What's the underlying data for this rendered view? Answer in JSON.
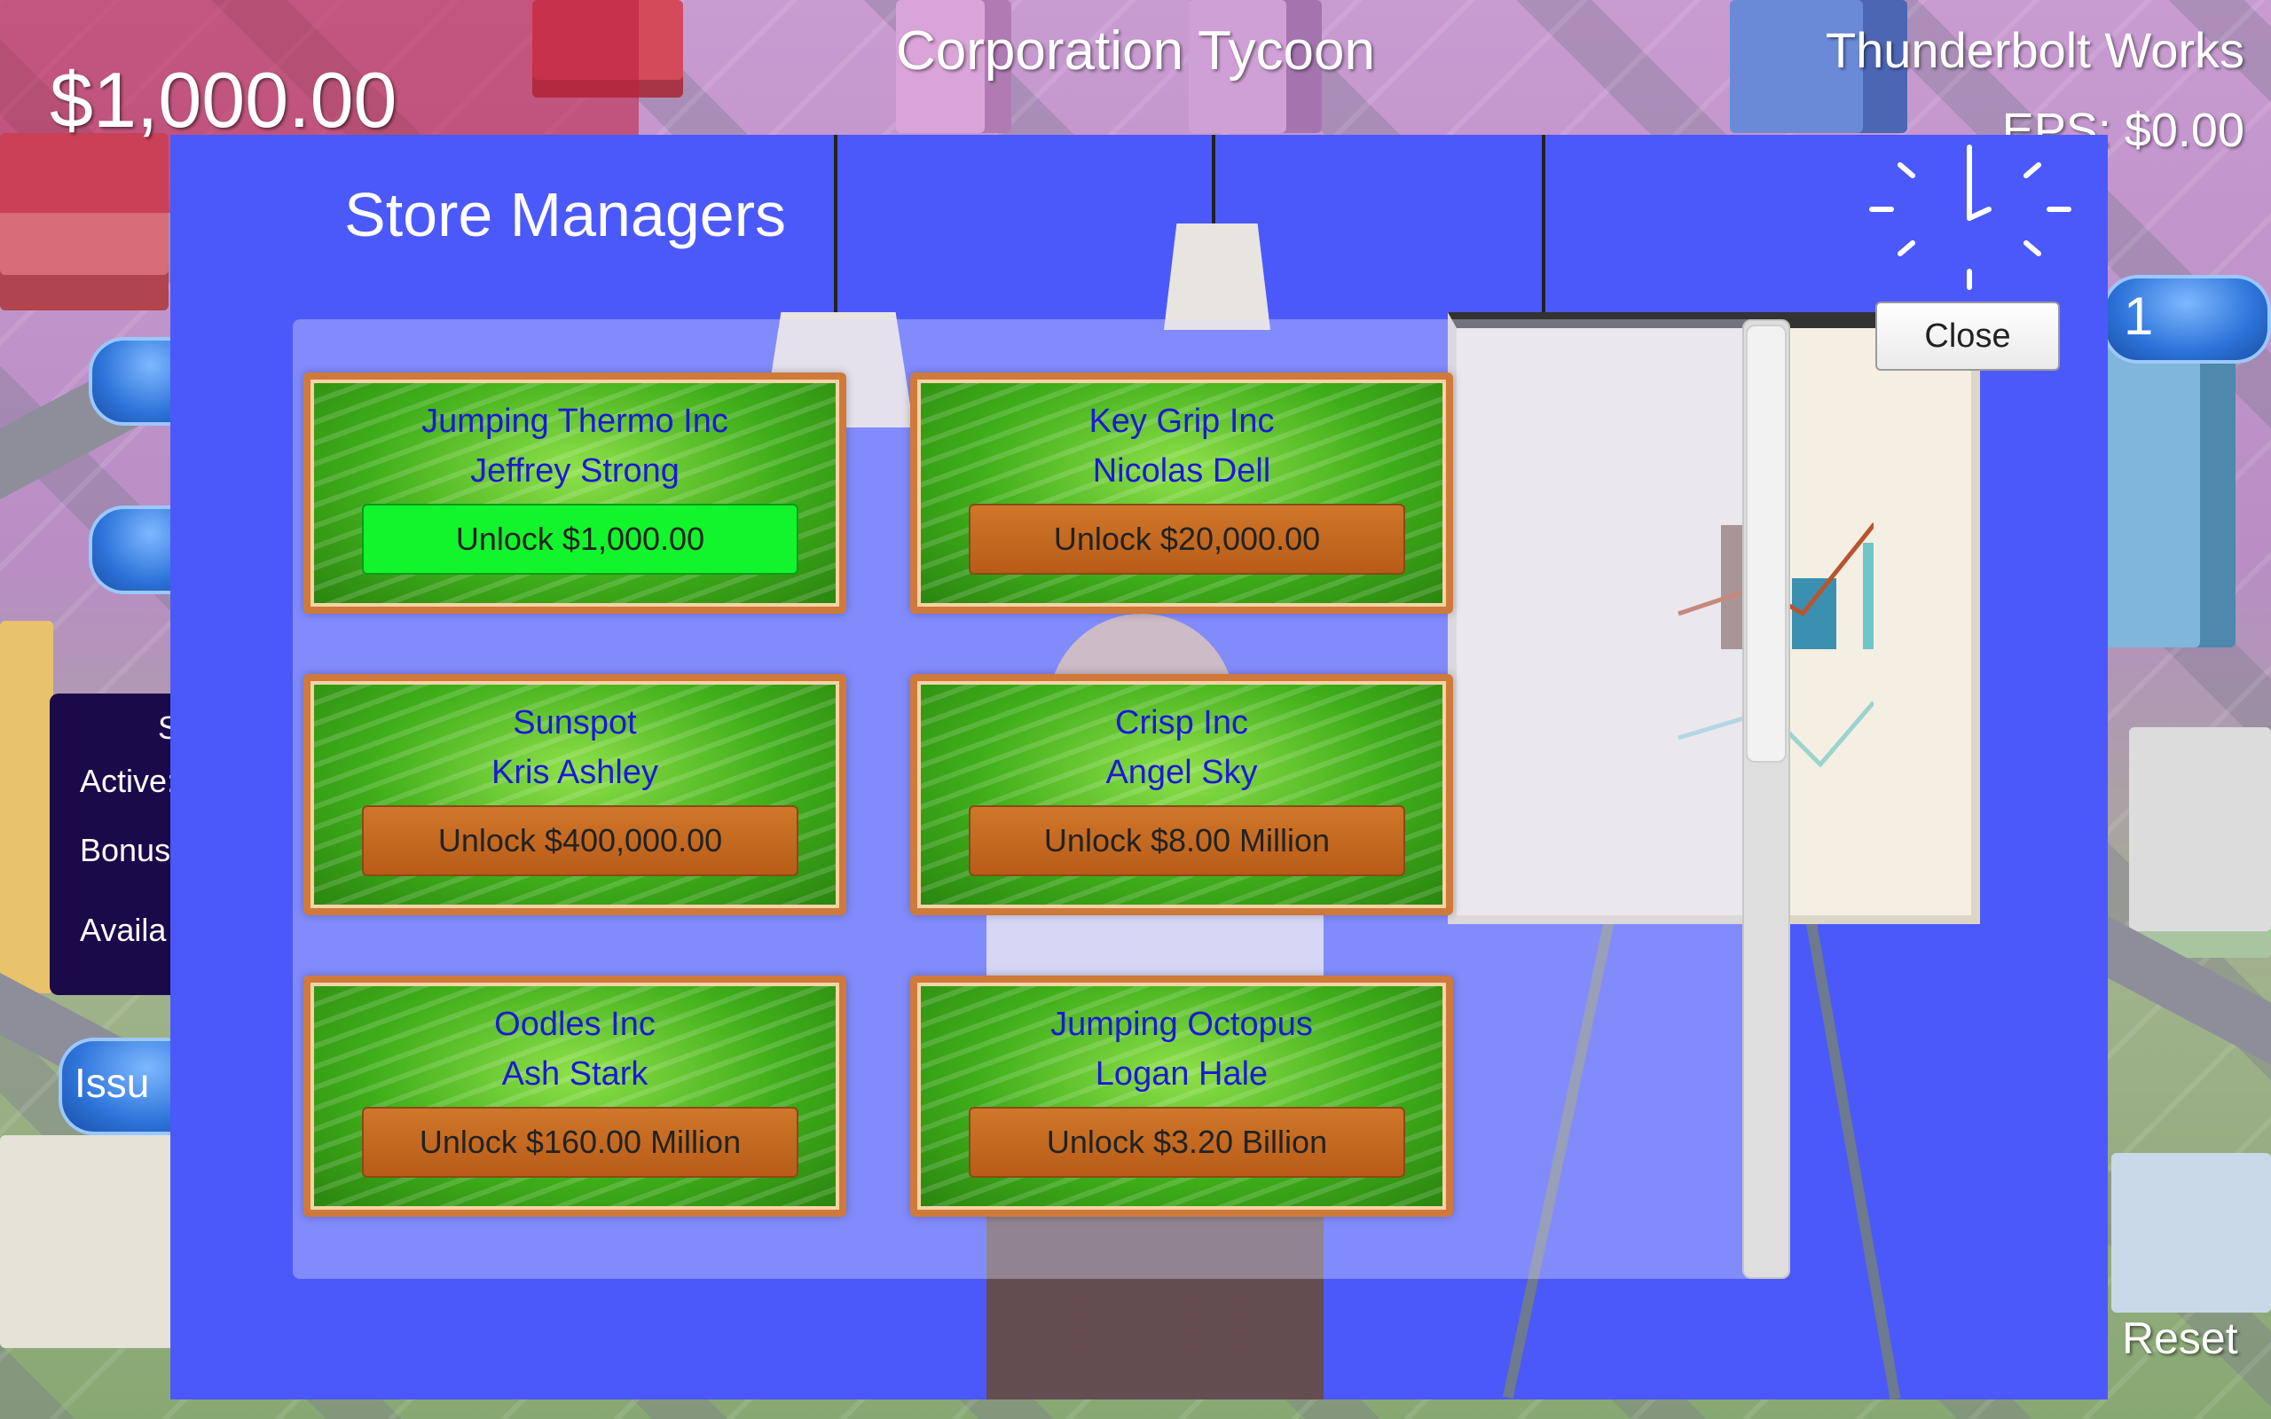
{
  "hud": {
    "money": "$1,000.00",
    "game_title": "Corporation Tycoon",
    "company_name": "Thunderbolt Works",
    "eps": "EPS: $0.00"
  },
  "background_ui": {
    "stats_panel": {
      "heading": "S",
      "active_label": "Active:",
      "bonus_label": "Bonus",
      "available_label": "Availa"
    },
    "issue_button_label": "Issu",
    "right_button_value": "1",
    "reset_label": "Reset"
  },
  "modal": {
    "title": "Store Managers",
    "close_label": "Close",
    "managers": [
      {
        "company": "Jumping Thermo Inc",
        "name": "Jeffrey Strong",
        "unlock_label": "Unlock $1,000.00",
        "affordable": true
      },
      {
        "company": "Key Grip Inc",
        "name": "Nicolas Dell",
        "unlock_label": "Unlock $20,000.00",
        "affordable": false
      },
      {
        "company": "Sunspot",
        "name": "Kris Ashley",
        "unlock_label": "Unlock $400,000.00",
        "affordable": false
      },
      {
        "company": "Crisp Inc",
        "name": "Angel Sky",
        "unlock_label": "Unlock $8.00 Million",
        "affordable": false
      },
      {
        "company": "Oodles Inc",
        "name": "Ash Stark",
        "unlock_label": "Unlock $160.00 Million",
        "affordable": false
      },
      {
        "company": "Jumping Octopus",
        "name": "Logan Hale",
        "unlock_label": "Unlock $3.20 Billion",
        "affordable": false
      }
    ]
  },
  "colors": {
    "modal_bg": "#4b59fb",
    "card_text": "#1a1ad6",
    "unlock_affordable": "#12f52c",
    "unlock_locked": "#c46a20"
  }
}
